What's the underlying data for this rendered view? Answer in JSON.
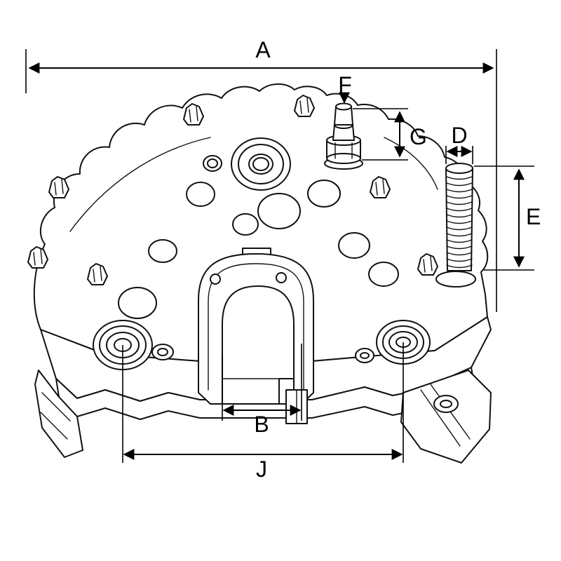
{
  "diagram": {
    "background_color": "#ffffff",
    "line_color": "#000000",
    "labels": {
      "A": "A",
      "B": "B",
      "D": "D",
      "E": "E",
      "F": "F",
      "G": "G",
      "J": "J"
    }
  }
}
